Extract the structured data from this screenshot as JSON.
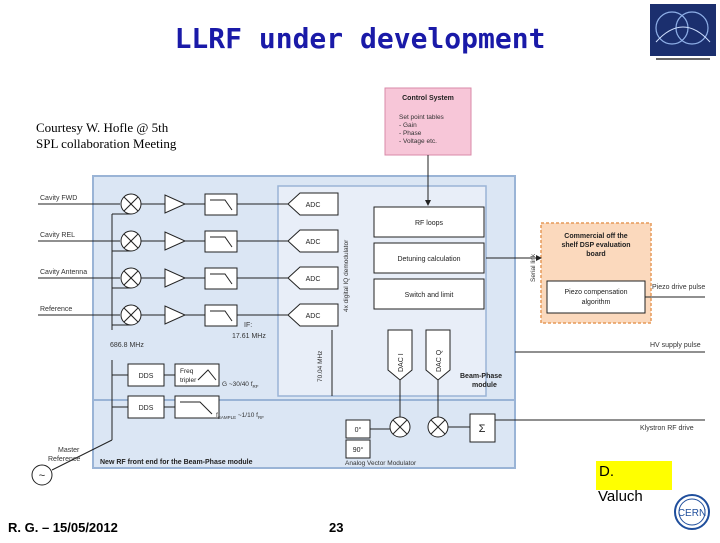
{
  "slide": {
    "title": "LLRF under development",
    "courtesy_line1": "Courtesy W. Hofle @ 5th",
    "courtesy_line2": "SPL collaboration Meeting",
    "name_line1": "D.",
    "name_line2": "Valuch",
    "footer_left": "R. G. – 15/05/2012",
    "page_number": "23"
  },
  "diagram": {
    "control_system": {
      "title": "Control System",
      "lines": [
        "Set point tables",
        "- Gain",
        "- Phase",
        "- Voltage etc."
      ]
    },
    "inputs": [
      "Cavity FWD",
      "Cavity REL",
      "Cavity Antenna",
      "Reference"
    ],
    "adc_label": "ADC",
    "demod_label": "4x digital IQ demodulator",
    "dsp_blocks": [
      "RF loops",
      "Detuning calculation",
      "Switch and limit"
    ],
    "piezo_block": [
      "Piezo compensation",
      "algorithm"
    ],
    "serial_link": "Serial link",
    "cots_board": [
      "Commercial off the",
      "shelf DSP evaluation",
      "board"
    ],
    "outputs": [
      "Piezo drive pulse",
      "HV supply pulse",
      "Klystron RF drive"
    ],
    "if_label": [
      "IF:",
      "17.61 MHz"
    ],
    "lo_label": "686.8 MHz",
    "dds_label": "DDS",
    "freq_tripler": [
      "Freq",
      "tripler"
    ],
    "lo_formula": "G ~30/40 f",
    "lo_formula_sub": "RF",
    "sample_formula": "f",
    "sample_formula_sub": "SAMPLE",
    "sample_formula_rest": " ~1/10 f",
    "sample_formula_sub2": "RF",
    "clock_label": "70.04 MHz",
    "dac_i": "DAC I",
    "dac_q": "DAC Q",
    "beam_phase": [
      "Beam-Phase",
      "module"
    ],
    "master_reference": [
      "Master",
      "Reference"
    ],
    "front_end_label": "New RF front end for the Beam-Phase module",
    "avm_label": "Analog Vector Modulator",
    "phase_0": "0°",
    "phase_90": "90°",
    "sum_symbol": "Σ",
    "source_symbol": "~"
  },
  "colors": {
    "title": "#1a1aa8",
    "module_fill": "#dbe6f4",
    "module_border": "#9ab4d6",
    "control_fill": "#f7c6d8",
    "cots_fill": "#fbd9bd",
    "cots_border": "#e69a5a",
    "highlight": "#ffff00"
  },
  "logos": {
    "top_right": "collaboration-logo",
    "bottom_right": "CERN"
  }
}
